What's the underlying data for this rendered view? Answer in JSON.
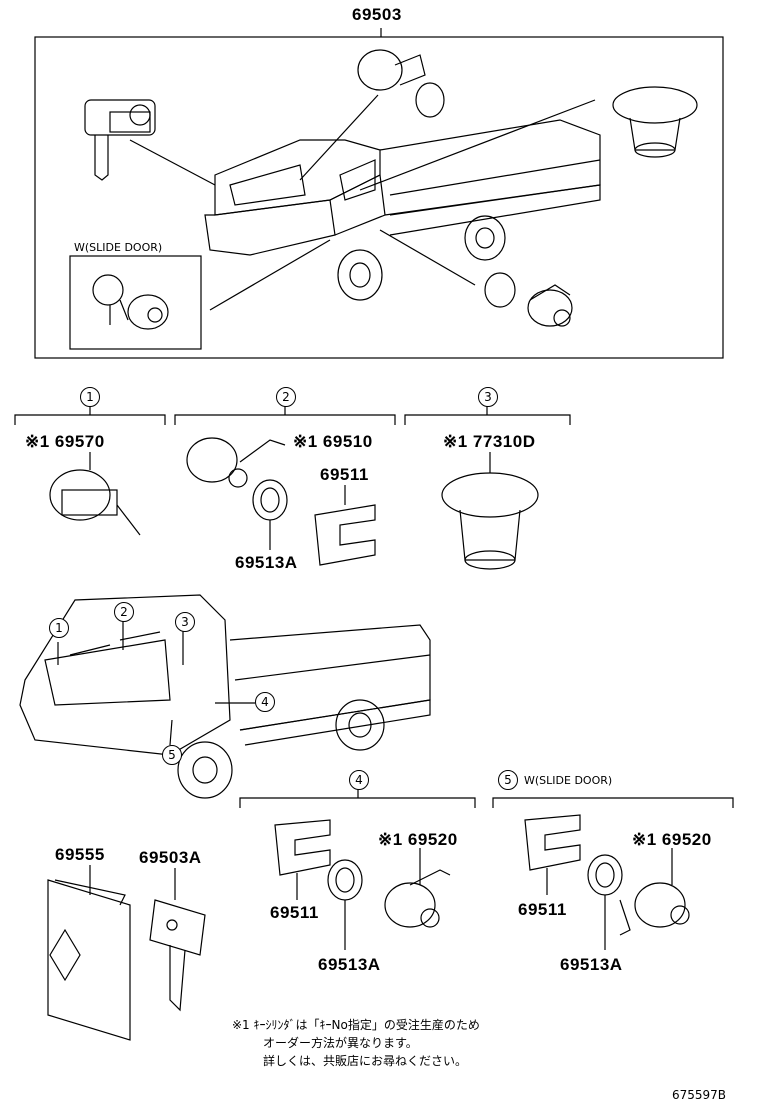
{
  "labels": {
    "main": "69503",
    "slide_door_top": "W(SLIDE DOOR)",
    "c1": "1",
    "c2": "2",
    "c3": "3",
    "c4": "4",
    "c5": "5",
    "p1_part": "※1 69570",
    "p2_part": "※1 69510",
    "p2_bracket": "69511",
    "p2_ring": "69513A",
    "p3_part": "※1 77310D",
    "p4_part": "※1 69520",
    "p4_bracket": "69511",
    "p4_ring": "69513A",
    "p5_title": "W(SLIDE DOOR)",
    "p5_part": "※1 69520",
    "p5_bracket": "69511",
    "p5_ring": "69513A",
    "case": "69555",
    "key": "69503A",
    "note1": "※1 ｷｰｼﾘﾝﾀﾞは「ｷｰNo指定」の受注生産のため",
    "note2": "オーダー方法が異なります。",
    "note3": "詳しくは、共販店にお尋ねください。",
    "diagram_id": "675597B"
  }
}
